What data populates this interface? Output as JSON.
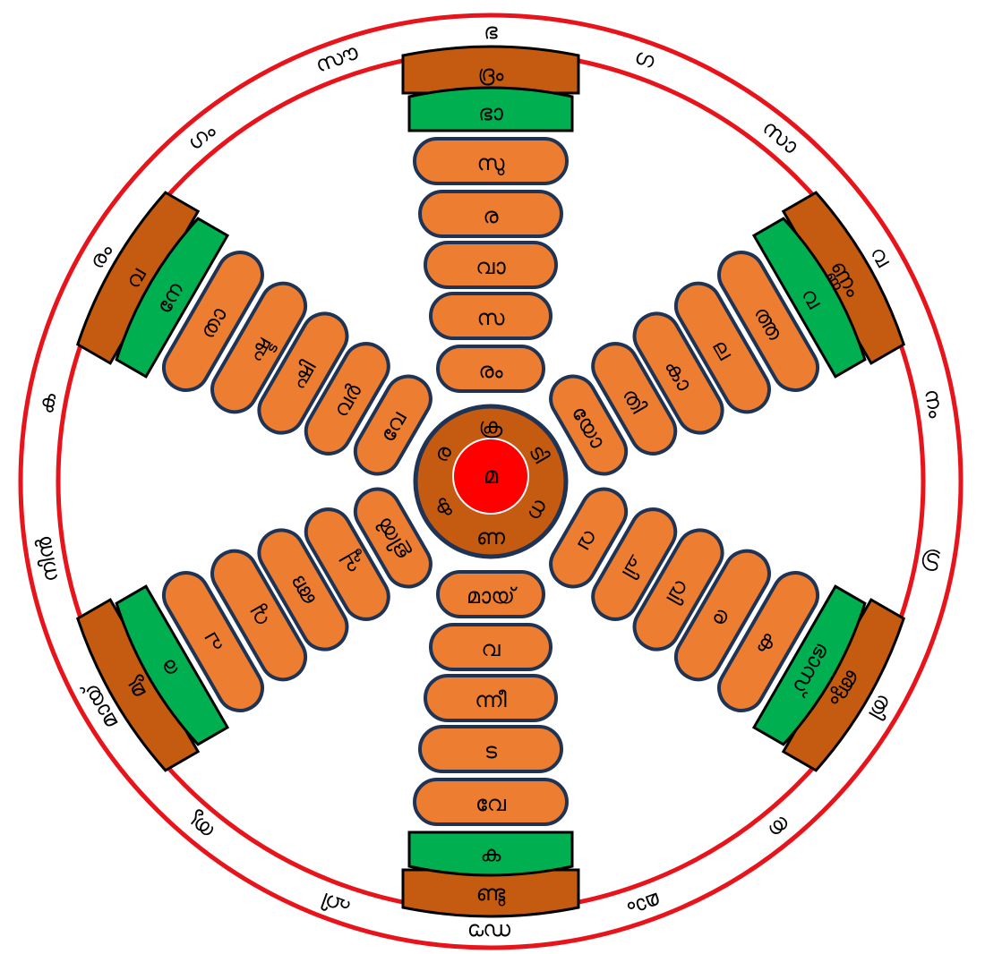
{
  "colors": {
    "ring": "#e8141c",
    "pill_fill": "#ed7d31",
    "pill_stroke": "#1f3354",
    "cap_brown": "#c55a11",
    "cap_green": "#00b050",
    "hub_fill": "#c55a11",
    "hub_stroke": "#1f3354",
    "center_fill": "#ff0000",
    "text": "#000000"
  },
  "outer_ring": [
    "ഭ",
    "ഗ",
    "സാ",
    "വ",
    "നം",
    "ഗ്ര",
    "തി",
    "ത",
    "മാം",
    "സൗ",
    "ഹി",
    "ത്യ",
    "മായ്",
    "നിൻ",
    "ക",
    "രം",
    "ഗം",
    "സൗ"
  ],
  "center": "മ",
  "hub_letters": [
    "ക്ര",
    "ടി",
    "ന",
    "ണ",
    "ക",
    "ര"
  ],
  "spokes": [
    {
      "direction": "up",
      "pills": [
        "രം",
        "സ",
        "വാ",
        "ര",
        "സു"
      ],
      "green_cap": "ഭാ",
      "brown_cap": "ദ്രം"
    },
    {
      "direction": "upper-right",
      "pills": [
        "യോ",
        "തി",
        "കാ",
        "ല",
        "ത്ത"
      ],
      "green_cap": "വ",
      "brown_cap": "ണ്ണം"
    },
    {
      "direction": "lower-right",
      "pills": [
        "വ",
        "ചി",
        "വി",
        "ര",
        "ക"
      ],
      "green_cap": "ഭാസ്",
      "brown_cap": "ങ്ങും"
    },
    {
      "direction": "down",
      "pills": [
        "മായ്",
        "വ",
        "ന്നീ",
        "ട",
        "വേ"
      ],
      "green_cap": "ക",
      "brown_cap": "ണ്ടു"
    },
    {
      "direction": "lower-left",
      "pills": [
        "ളിൽ",
        "പ്പൂ",
        "ങ്ങ",
        "വു",
        "പ"
      ],
      "green_cap": "ര",
      "brown_cap": "മ്യ"
    },
    {
      "direction": "upper-left",
      "pills": [
        "വേ",
        "വർ",
        "ഷി",
        "ഷ്ട",
        "താ"
      ],
      "green_cap": "നേ",
      "brown_cap": "വ"
    }
  ]
}
